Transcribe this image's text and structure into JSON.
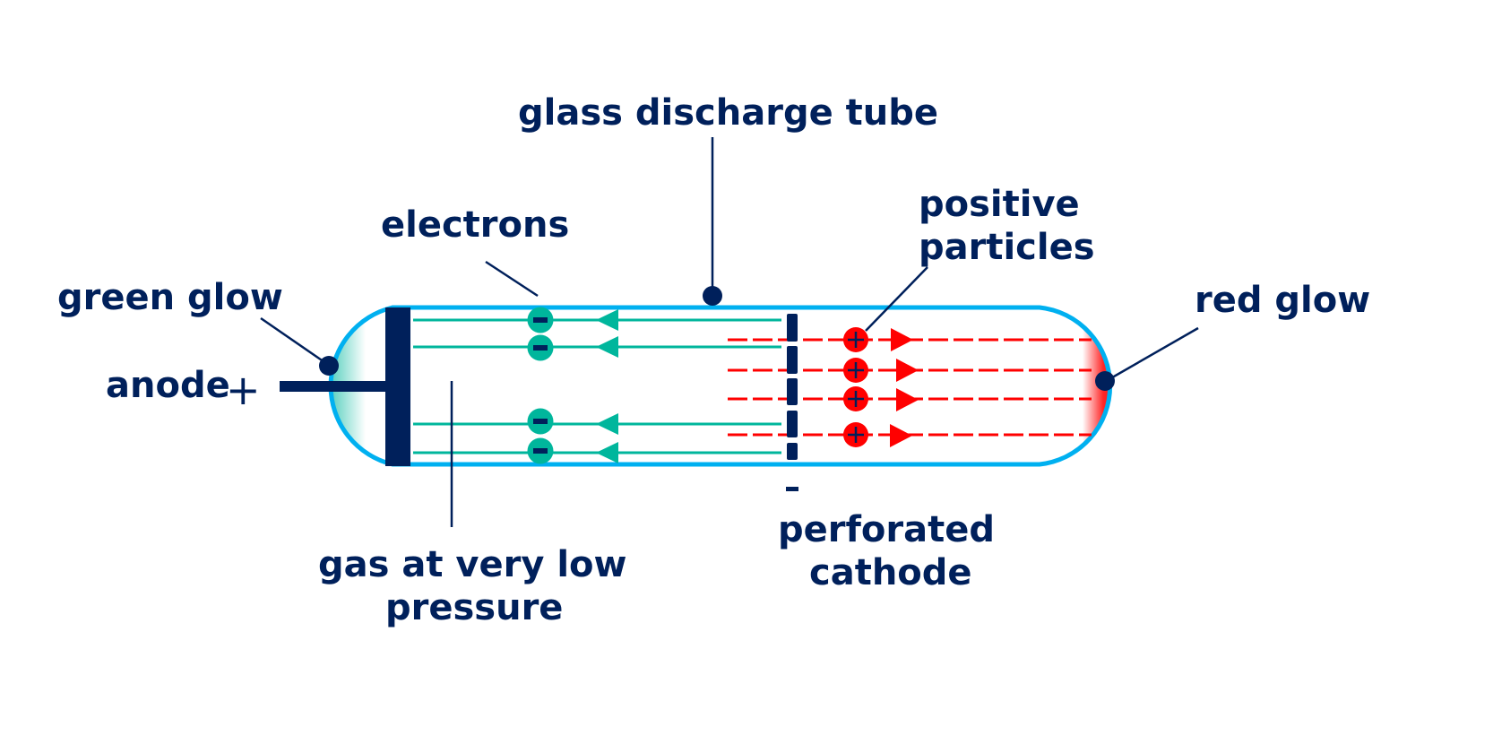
{
  "diagram": {
    "title": "Cathode ray / canal ray discharge tube",
    "colors": {
      "label": "#00205B",
      "tube_outline": "#00B0F0",
      "electron": "#00B69C",
      "positive": "#FF0000",
      "electrode": "#00205B",
      "background": "#FFFFFF"
    },
    "labels": {
      "glass_tube": "glass discharge tube",
      "electrons": "electrons",
      "positive_line1": "positive",
      "positive_line2": "particles",
      "green_glow": "green glow",
      "red_glow": "red glow",
      "anode": "anode",
      "anode_sign": "+",
      "cathode_sign": "-",
      "gas_line1": "gas at very low",
      "gas_line2": "pressure",
      "cathode_line1": "perforated",
      "cathode_line2": "cathode"
    },
    "particles": {
      "electron_symbol": "−",
      "positive_symbol": "+",
      "electron_count": 4,
      "positive_count": 4,
      "electron_direction": "toward anode (left)",
      "positive_direction": "through cathode toward right end (right)"
    },
    "icons": {
      "electron": "minus-circle-icon",
      "positive": "plus-circle-icon",
      "arrow_left": "arrow-left-icon",
      "arrow_right": "arrow-right-icon"
    }
  }
}
